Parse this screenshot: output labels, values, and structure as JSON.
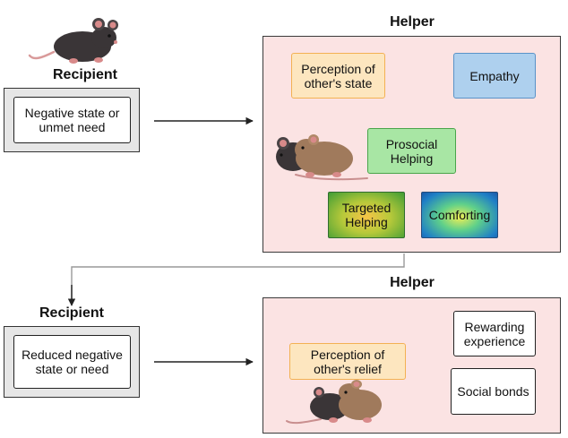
{
  "top": {
    "recipient_title": "Recipient",
    "recipient_state": "Negative state or unmet need",
    "helper_title": "Helper",
    "perception": "Perception of other's state",
    "empathy": "Empathy",
    "prosocial": "Prosocial Helping",
    "targeted": "Targeted Helping",
    "comforting": "Comforting"
  },
  "bottom": {
    "recipient_title": "Recipient",
    "recipient_state": "Reduced negative state or need",
    "helper_title": "Helper",
    "perception": "Perception of other's relief",
    "rewarding": "Rewarding experience",
    "social": "Social bonds"
  },
  "colors": {
    "panel_fill": "#fbe3e3",
    "orange_fill": "#fde6bf",
    "blue_fill": "#aed0ee",
    "green_fill": "#a8e6a4",
    "mouse_dark": "#3a3537",
    "mouse_brown": "#a07a5c"
  },
  "icons": [
    "mouse-icon"
  ]
}
